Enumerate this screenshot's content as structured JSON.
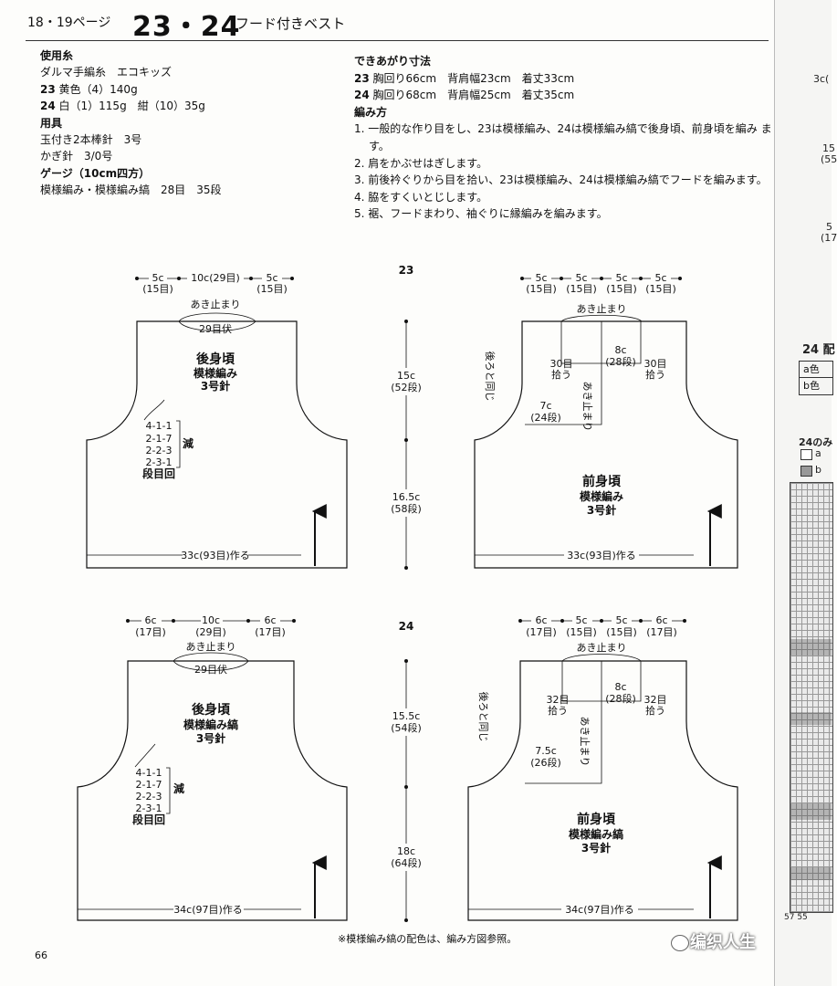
{
  "header": {
    "pages": "18・19ページ",
    "numbers": "23・24",
    "title": "フード付きベスト"
  },
  "materials": {
    "yarn_heading": "使用糸",
    "yarn_brand": "ダルマ手編糸　エコキッズ",
    "yarn23_num": "23",
    "yarn23": "黄色（4）140g",
    "yarn24_num": "24",
    "yarn24": "白（1）115g　紺（10）35g",
    "tools_heading": "用具",
    "tool1": "玉付き2本棒針　3号",
    "tool2": "かぎ針　3/0号",
    "gauge_heading": "ゲージ（10cm四方）",
    "gauge": "模様編み・模様編み縞　28目　35段"
  },
  "sizes": {
    "heading": "できあがり寸法",
    "s23_num": "23",
    "s23": "胸回り66cm　背肩幅23cm　着丈33cm",
    "s24_num": "24",
    "s24": "胸回り68cm　背肩幅25cm　着丈35cm"
  },
  "method": {
    "heading": "編み方",
    "steps": [
      "1. 一般的な作り目をし、23は模様編み、24は模様編み縞で後身頃、前身頃を編み ます。",
      "2. 肩をかぶせはぎします。",
      "3. 前後衿ぐりから目を拾い、23は模様編み、24は模様編み縞でフードを編みます。",
      "4. 脇をすくいとじします。",
      "5. 裾、フードまわり、袖ぐりに縁編みを編みます。"
    ]
  },
  "diagram23": {
    "label": "23",
    "back": {
      "top_dims": [
        "5c",
        "10c(29目)",
        "5c"
      ],
      "top_sub": [
        "(15目)",
        "(15目)"
      ],
      "opening": "あき止まり",
      "bind_off": "29目伏",
      "title": "後身頃",
      "pattern": "模様編み",
      "needle": "3号針",
      "dec": [
        "4-1-1",
        "2-1-7",
        "2-2-3",
        "2-3-1",
        "段目回"
      ],
      "dec_label": "減",
      "cast_on": "33c(93目)作る"
    },
    "height_upper": "15c",
    "height_upper_rows": "(52段)",
    "height_lower": "16.5c",
    "height_lower_rows": "(58段)",
    "front": {
      "top_dims": [
        "5c",
        "5c",
        "5c",
        "5c"
      ],
      "top_sub": [
        "(15目)",
        "(15目)",
        "(15目)",
        "(15目)"
      ],
      "opening": "あき止まり",
      "same_as_back": "後ろと同じ",
      "pick_left": "30目",
      "pick_left2": "拾う",
      "pick_right": "30目",
      "pick_right2": "拾う",
      "center": "8c",
      "center_rows": "(28段)",
      "neck": "7c",
      "neck_rows": "(24段)",
      "opening_v": "あき止まり",
      "title": "前身頃",
      "pattern": "模様編み",
      "needle": "3号針",
      "cast_on": "33c(93目)作る"
    }
  },
  "diagram24": {
    "label": "24",
    "back": {
      "top_dims": [
        "6c",
        "10c",
        "6c"
      ],
      "top_sub": [
        "(17目)",
        "(29目)",
        "(17目)"
      ],
      "opening": "あき止まり",
      "bind_off": "29目伏",
      "title": "後身頃",
      "pattern": "模様編み縞",
      "needle": "3号針",
      "dec": [
        "4-1-1",
        "2-1-7",
        "2-2-3",
        "2-3-1",
        "段目回"
      ],
      "dec_label": "減",
      "cast_on": "34c(97目)作る"
    },
    "height_upper": "15.5c",
    "height_upper_rows": "(54段)",
    "height_lower": "18c",
    "height_lower_rows": "(64段)",
    "front": {
      "top_dims": [
        "6c",
        "5c",
        "5c",
        "6c"
      ],
      "top_sub": [
        "(17目)",
        "(15目)",
        "(15目)",
        "(17目)"
      ],
      "opening": "あき止まり",
      "same_as_back": "後ろと同じ",
      "pick_left": "32目",
      "pick_left2": "拾う",
      "pick_right": "32目",
      "pick_right2": "拾う",
      "center": "8c",
      "center_rows": "(28段)",
      "neck": "7.5c",
      "neck_rows": "(26段)",
      "opening_v": "あき止まり",
      "title": "前身頃",
      "pattern": "模様編み縞",
      "needle": "3号針",
      "cast_on": "34c(97目)作る"
    }
  },
  "footnote": "※模様編み縞の配色は、編み方図参照。",
  "page_number": "66",
  "right_page": {
    "t1": "3c(",
    "t2": "15",
    "t3": "(55",
    "t4": "5",
    "t5": "(17",
    "heading": "24 配",
    "color_a": "a色",
    "color_b": "b色",
    "legend_head": "24のみ",
    "legend_a": "a",
    "legend_b": "b",
    "row_num": "57  55"
  },
  "watermark": "编织人生"
}
